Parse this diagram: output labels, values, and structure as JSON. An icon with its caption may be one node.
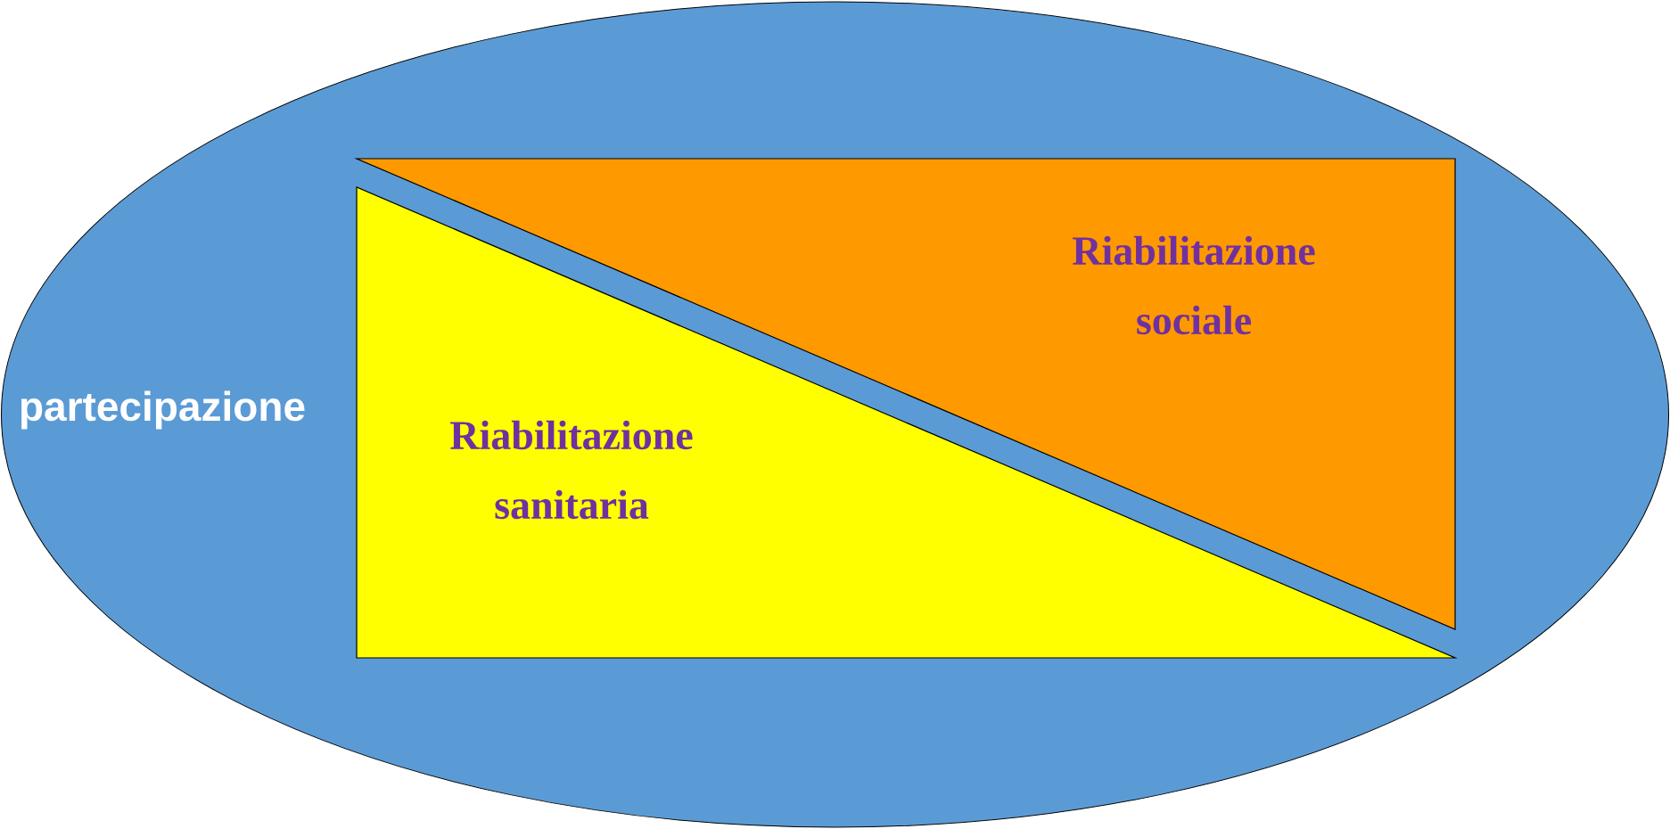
{
  "diagram": {
    "nodes": [
      {
        "text": [
          "partecipazione"
        ]
      },
      {
        "text": [
          "Riabilitazione sociale"
        ],
        "in": 0
      },
      {
        "text": [
          "Riabilitazione sanitaria"
        ],
        "in": 0
      }
    ]
  }
}
